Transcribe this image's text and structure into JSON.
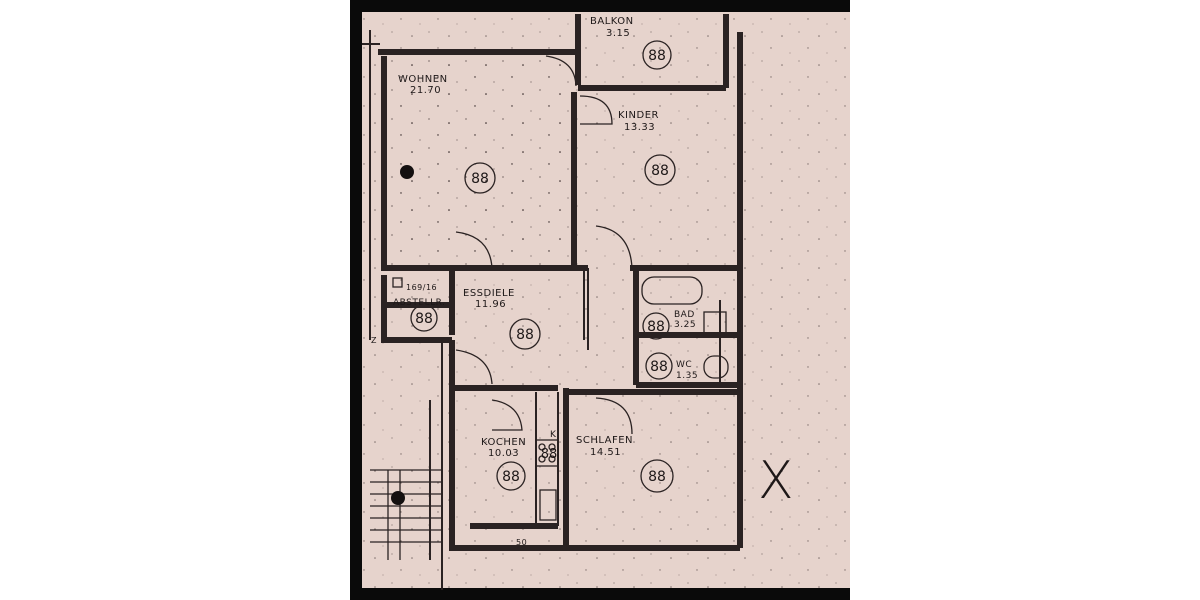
{
  "rooms": {
    "balkon": {
      "name": "BALKON",
      "area": "3.15"
    },
    "wohnen": {
      "name": "WOHNEN",
      "area": "21.70"
    },
    "kinder": {
      "name": "KINDER",
      "area": "13.33"
    },
    "essdiele": {
      "name": "ESSDIELE",
      "area": "11.96"
    },
    "abstell": {
      "name": "ABSTELLR."
    },
    "bad": {
      "name": "BAD",
      "area": "3.25"
    },
    "wc": {
      "name": "WC",
      "area": "1.35"
    },
    "kochen": {
      "name": "KOCHEN",
      "area": "10.03"
    },
    "schlafen": {
      "name": "SCHLAFEN",
      "area": "14.51"
    }
  },
  "room_marker": "88",
  "annotations": {
    "abstell_dims": "169/16",
    "kitchen_k": "K",
    "dim_50": "50",
    "z_mark": "Z",
    "cross_mark": "X"
  },
  "colors": {
    "paper": "#e6d3cc",
    "ink": "#2a2222",
    "frame": "#0a0a0a"
  }
}
